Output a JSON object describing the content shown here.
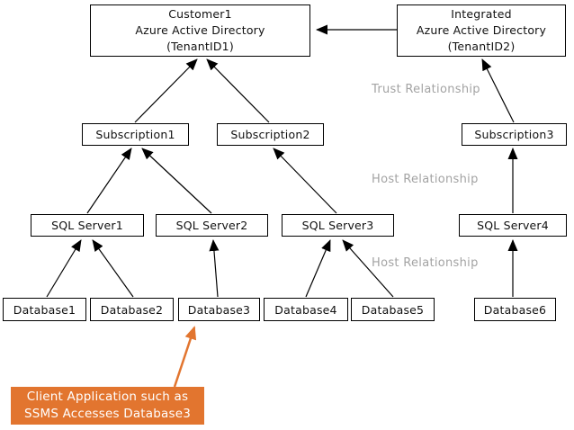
{
  "diagram": {
    "tenants": {
      "customer": {
        "line1": "Customer1",
        "line2": "Azure Active Directory",
        "line3": "(TenantID1)"
      },
      "integrated": {
        "line1": "Integrated",
        "line2": "Azure Active Directory",
        "line3": "(TenantID2)"
      }
    },
    "subscriptions": {
      "s1": "Subscription1",
      "s2": "Subscription2",
      "s3": "Subscription3"
    },
    "sql_servers": {
      "s1": "SQL Server1",
      "s2": "SQL Server2",
      "s3": "SQL Server3",
      "s4": "SQL Server4"
    },
    "databases": {
      "d1": "Database1",
      "d2": "Database2",
      "d3": "Database3",
      "d4": "Database4",
      "d5": "Database5",
      "d6": "Database6"
    },
    "labels": {
      "trust": "Trust Relationship",
      "host_upper": "Host Relationship",
      "host_lower": "Host Relationship"
    },
    "callout": {
      "line1": "Client Application such as",
      "line2": "SSMS Accesses Database3"
    },
    "colors": {
      "callout_orange": "#e2752f",
      "label_gray": "#a3a3a3",
      "line_black": "#000000",
      "box_bg": "#ffffff"
    }
  }
}
